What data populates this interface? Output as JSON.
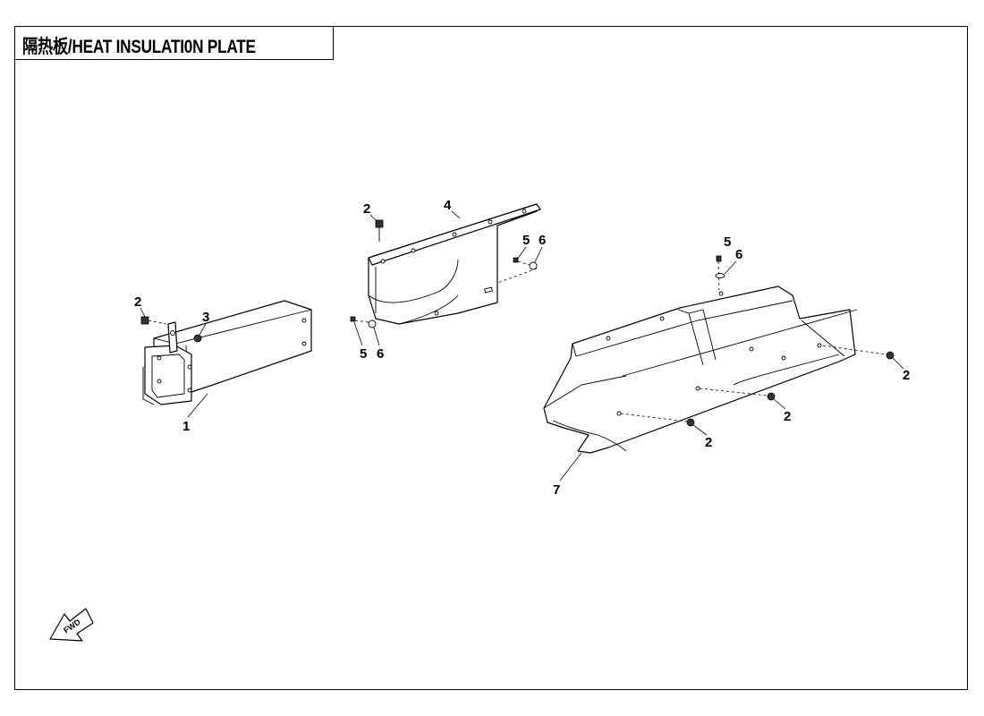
{
  "title": "隔热板/HEAT INSULATI0N PLATE",
  "callouts": {
    "a": "2",
    "b": "3",
    "c": "1",
    "d": "2",
    "e": "4",
    "f": "5",
    "g": "6",
    "h": "5",
    "i": "6",
    "j": "5",
    "k": "6",
    "l": "2",
    "m": "2",
    "n": "2",
    "o": "7"
  },
  "fwd_arrow": {
    "label": "FWD",
    "icon": "forward-arrow-icon"
  }
}
